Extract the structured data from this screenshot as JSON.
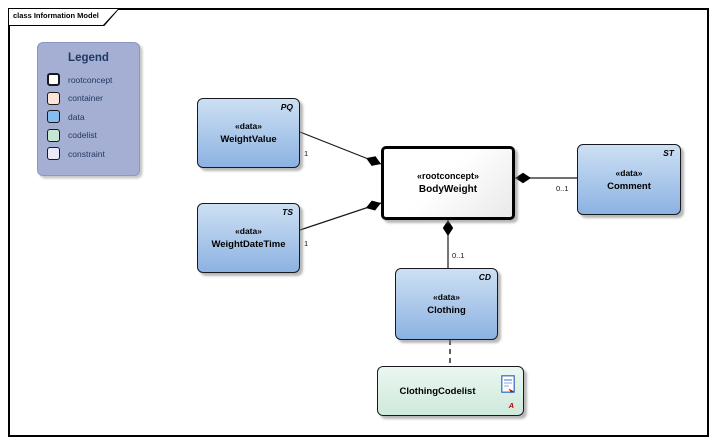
{
  "frame": {
    "title": "class Information Model"
  },
  "legend": {
    "title": "Legend",
    "items": [
      {
        "label": "rootconcept",
        "color": "#FFFFFF"
      },
      {
        "label": "container",
        "color": "#FBE5D6"
      },
      {
        "label": "data",
        "color": "#88BCEF"
      },
      {
        "label": "codelist",
        "color": "#C5E6D4"
      },
      {
        "label": "constraint",
        "color": "#E9E9F9"
      }
    ]
  },
  "nodes": {
    "weight_value": {
      "tag": "PQ",
      "stereotype": "«data»",
      "name": "WeightValue"
    },
    "weight_date_time": {
      "tag": "TS",
      "stereotype": "«data»",
      "name": "WeightDateTime"
    },
    "body_weight": {
      "stereotype": "«rootconcept»",
      "name": "BodyWeight"
    },
    "comment": {
      "tag": "ST",
      "stereotype": "«data»",
      "name": "Comment"
    },
    "clothing": {
      "tag": "CD",
      "stereotype": "«data»",
      "name": "Clothing"
    },
    "clothing_codelist": {
      "name": "ClothingCodelist",
      "marker_letter": "A",
      "icon": "document-icon"
    }
  },
  "connectors": {
    "weightvalue_to_bodyweight": {
      "multiplicity": "1",
      "kind": "composition"
    },
    "weightdatetime_to_bodyweight": {
      "multiplicity": "1",
      "kind": "composition"
    },
    "bodyweight_to_comment": {
      "multiplicity": "0..1",
      "kind": "composition"
    },
    "bodyweight_to_clothing": {
      "multiplicity": "0..1",
      "kind": "composition"
    },
    "clothing_to_codelist": {
      "kind": "dashed-dependency"
    }
  },
  "colors": {
    "data_fill": "#88BCEF",
    "codelist_fill": "#C5E6D4",
    "rootconcept_fill": "#FFFFFF",
    "container_fill": "#FBE5D6",
    "constraint_fill": "#E9E9F9",
    "legend_bg": "#A5AFD3",
    "legend_text": "#1F3864",
    "connector_line": "#1A1A1A",
    "marker_letter_red": "#C00000"
  }
}
